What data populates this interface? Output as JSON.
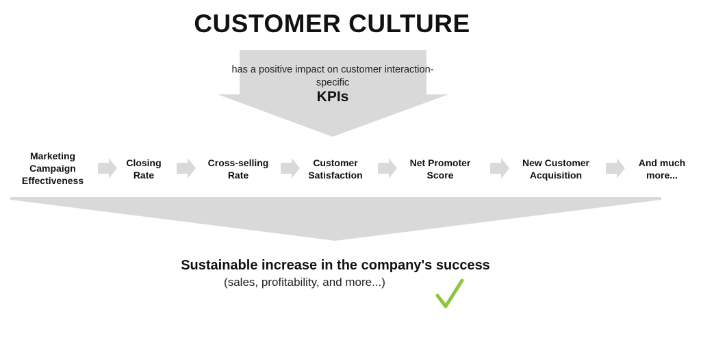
{
  "title": "CUSTOMER CULTURE",
  "impact_text": "has a positive impact on customer interaction-specific",
  "kpis_label": "KPIs",
  "kpi_items": [
    {
      "line1": "Marketing",
      "line2": "Campaign",
      "line3": "Effectiveness"
    },
    {
      "line1": "Closing",
      "line2": "Rate"
    },
    {
      "line1": "Cross-selling",
      "line2": "Rate"
    },
    {
      "line1": "Customer",
      "line2": "Satisfaction"
    },
    {
      "line1": "Net Promoter",
      "line2": "Score"
    },
    {
      "line1": "New Customer",
      "line2": "Acquisition"
    },
    {
      "line1": "And much",
      "line2": "more..."
    }
  ],
  "success_text": "Sustainable increase in the company's success",
  "success_sub": "(sales, profitability, and more...)",
  "colors": {
    "arrow_gray": "#d9d9d9",
    "check_green": "#8cc63f",
    "text": "#111111"
  },
  "icons": {
    "check": "check-icon",
    "arrow": "arrow-right-icon"
  }
}
